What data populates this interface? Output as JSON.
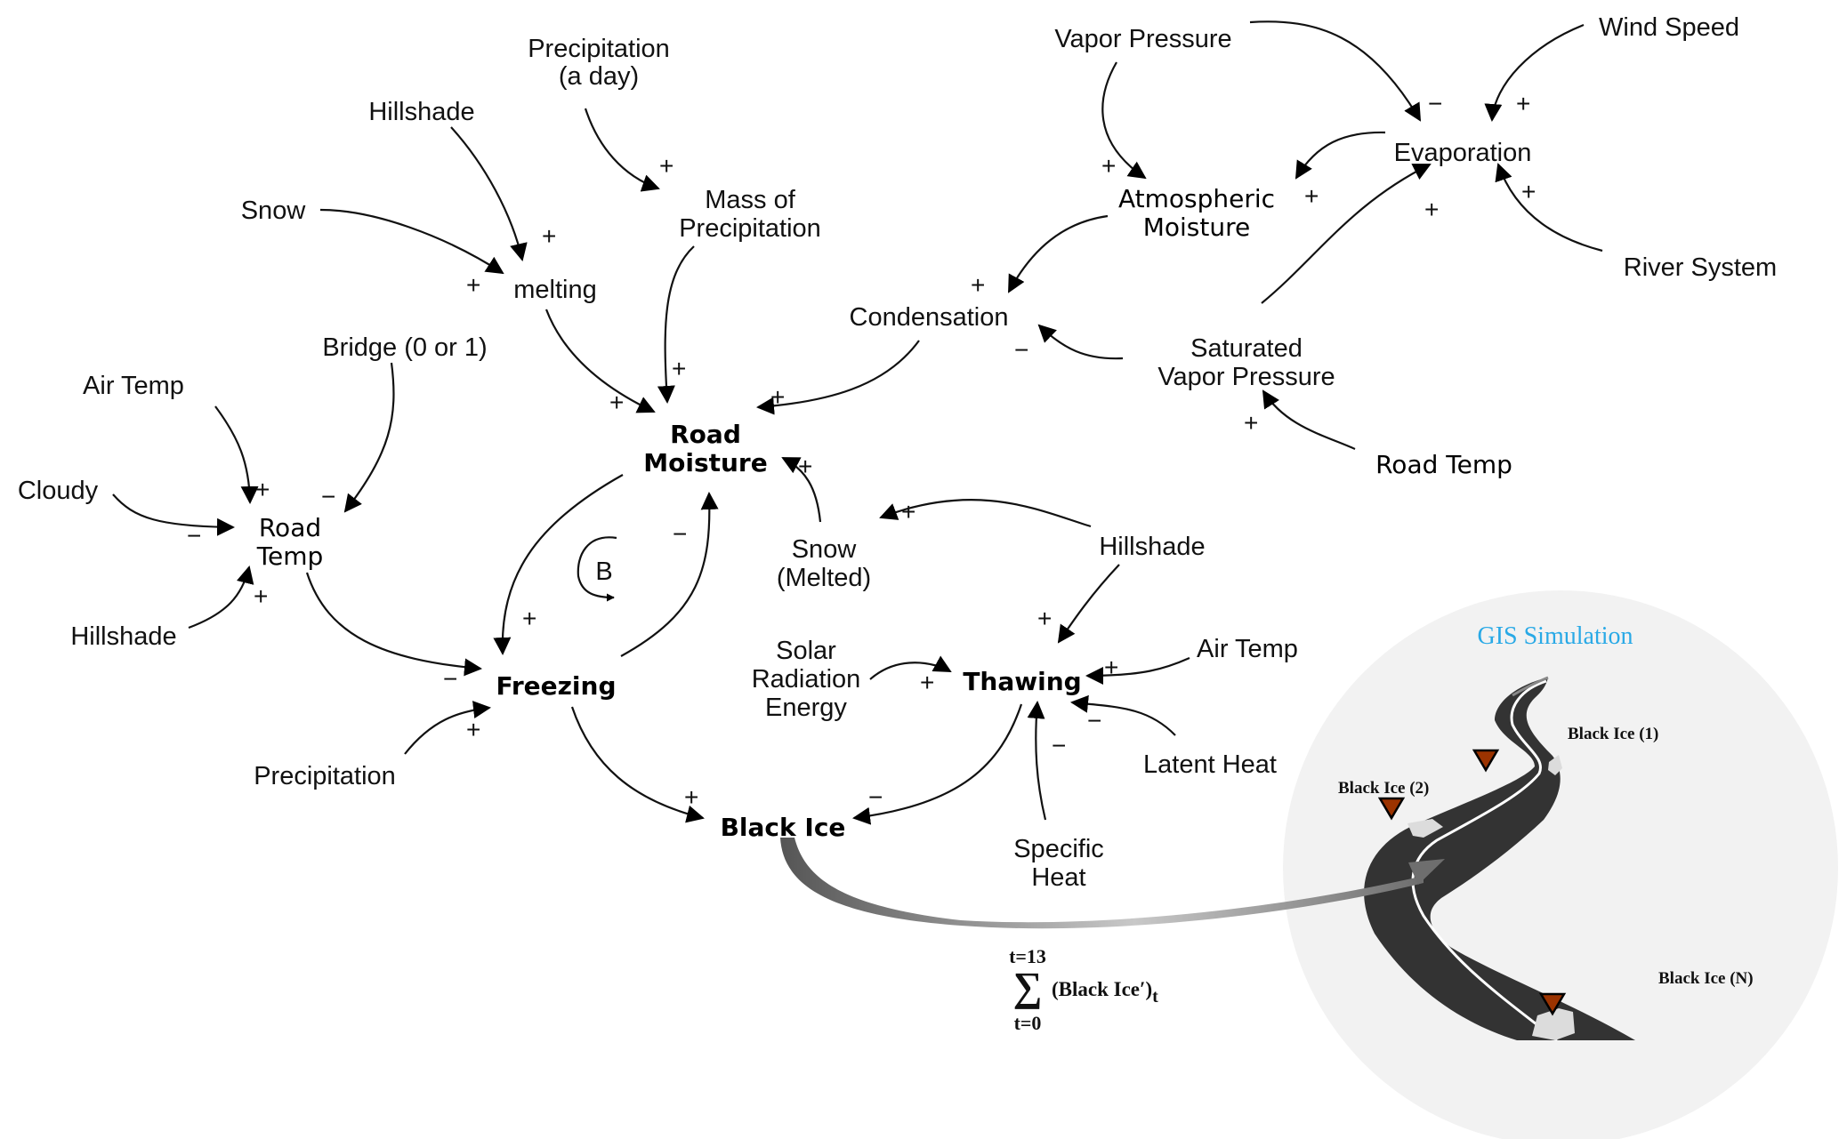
{
  "diagram": {
    "nodes": {
      "precip_day": [
        "Precipitation",
        "(a day)"
      ],
      "hillshade_top": "Hillshade",
      "snow": "Snow",
      "melting": "melting",
      "mass_precip": [
        "Mass of",
        "Precipitation"
      ],
      "bridge": "Bridge (0 or 1)",
      "air_temp_left": "Air Temp",
      "cloudy": "Cloudy",
      "road_temp": [
        "Road",
        "Temp"
      ],
      "hillshade_left": "Hillshade",
      "road_moisture": [
        "Road",
        "Moisture"
      ],
      "freezing": "Freezing",
      "precip_bottom": "Precipitation",
      "loop_b": "B",
      "black_ice": "Black Ice",
      "snow_melted": [
        "Snow",
        "(Melted)"
      ],
      "hillshade_mid": "Hillshade",
      "solar": [
        "Solar",
        "Radiation",
        "Energy"
      ],
      "thawing": "Thawing",
      "air_temp_right": "Air Temp",
      "latent_heat": "Latent Heat",
      "specific_heat": [
        "Specific",
        "Heat"
      ],
      "vapor_pressure": "Vapor Pressure",
      "wind_speed": "Wind Speed",
      "evaporation": "Evaporation",
      "atm_moisture": [
        "Atmospheric",
        "Moisture"
      ],
      "river_system": "River System",
      "condensation": "Condensation",
      "sat_vapor": [
        "Saturated",
        "Vapor Pressure"
      ],
      "road_temp_right": "Road Temp"
    },
    "links": [
      {
        "from": "Precipitation (a day)",
        "to": "Mass of Precipitation",
        "polarity": "+"
      },
      {
        "from": "Hillshade",
        "to": "melting",
        "polarity": "+"
      },
      {
        "from": "Snow",
        "to": "melting",
        "polarity": "+"
      },
      {
        "from": "melting",
        "to": "Road Moisture",
        "polarity": "+"
      },
      {
        "from": "Mass of Precipitation",
        "to": "Road Moisture",
        "polarity": "+"
      },
      {
        "from": "Condensation",
        "to": "Road Moisture",
        "polarity": "+"
      },
      {
        "from": "Snow (Melted)",
        "to": "Road Moisture",
        "polarity": "+"
      },
      {
        "from": "Air Temp",
        "to": "Road Temp",
        "polarity": "+"
      },
      {
        "from": "Bridge (0 or 1)",
        "to": "Road Temp",
        "polarity": "−"
      },
      {
        "from": "Cloudy",
        "to": "Road Temp",
        "polarity": "−"
      },
      {
        "from": "Hillshade",
        "to": "Road Temp",
        "polarity": "+"
      },
      {
        "from": "Road Temp",
        "to": "Freezing",
        "polarity": "−"
      },
      {
        "from": "Road Moisture",
        "to": "Freezing",
        "polarity": "+"
      },
      {
        "from": "Freezing",
        "to": "Road Moisture",
        "polarity": "−"
      },
      {
        "from": "Precipitation",
        "to": "Freezing",
        "polarity": "+"
      },
      {
        "from": "Freezing",
        "to": "Black Ice",
        "polarity": "+"
      },
      {
        "from": "Thawing",
        "to": "Black Ice",
        "polarity": "−"
      },
      {
        "from": "Hillshade",
        "to": "Snow (Melted)",
        "polarity": "+"
      },
      {
        "from": "Hillshade",
        "to": "Thawing",
        "polarity": "+"
      },
      {
        "from": "Solar Radiation Energy",
        "to": "Thawing",
        "polarity": "+"
      },
      {
        "from": "Air Temp",
        "to": "Thawing",
        "polarity": "+"
      },
      {
        "from": "Latent Heat",
        "to": "Thawing",
        "polarity": "−"
      },
      {
        "from": "Specific Heat",
        "to": "Thawing",
        "polarity": "−"
      },
      {
        "from": "Vapor Pressure",
        "to": "Atmospheric Moisture",
        "polarity": "+"
      },
      {
        "from": "Vapor Pressure",
        "to": "Evaporation",
        "polarity": "−"
      },
      {
        "from": "Wind Speed",
        "to": "Evaporation",
        "polarity": "+"
      },
      {
        "from": "Evaporation",
        "to": "Atmospheric Moisture",
        "polarity": "+"
      },
      {
        "from": "River System",
        "to": "Evaporation",
        "polarity": "+"
      },
      {
        "from": "Saturated Vapor Pressure",
        "to": "Evaporation",
        "polarity": "+"
      },
      {
        "from": "Atmospheric Moisture",
        "to": "Condensation",
        "polarity": "+"
      },
      {
        "from": "Saturated Vapor Pressure",
        "to": "Condensation",
        "polarity": "−"
      },
      {
        "from": "Road Temp",
        "to": "Saturated Vapor Pressure",
        "polarity": "+"
      }
    ],
    "signs": {
      "plus": "+",
      "minus": "−"
    },
    "formula": {
      "upper": "t=13",
      "lower": "t=0",
      "sigma": "∑",
      "body": "(Black Ice′)",
      "subscript": "t"
    }
  },
  "gis": {
    "title": "GIS Simulation",
    "markers": [
      "Black Ice (1)",
      "Black Ice (2)",
      "Black Ice (N)"
    ],
    "colors": {
      "title": "#29a9e6",
      "circle": "#f2f2f2",
      "road": "#333333",
      "marker": "#9b3300",
      "ice_patch": "#dcdcdc"
    }
  }
}
